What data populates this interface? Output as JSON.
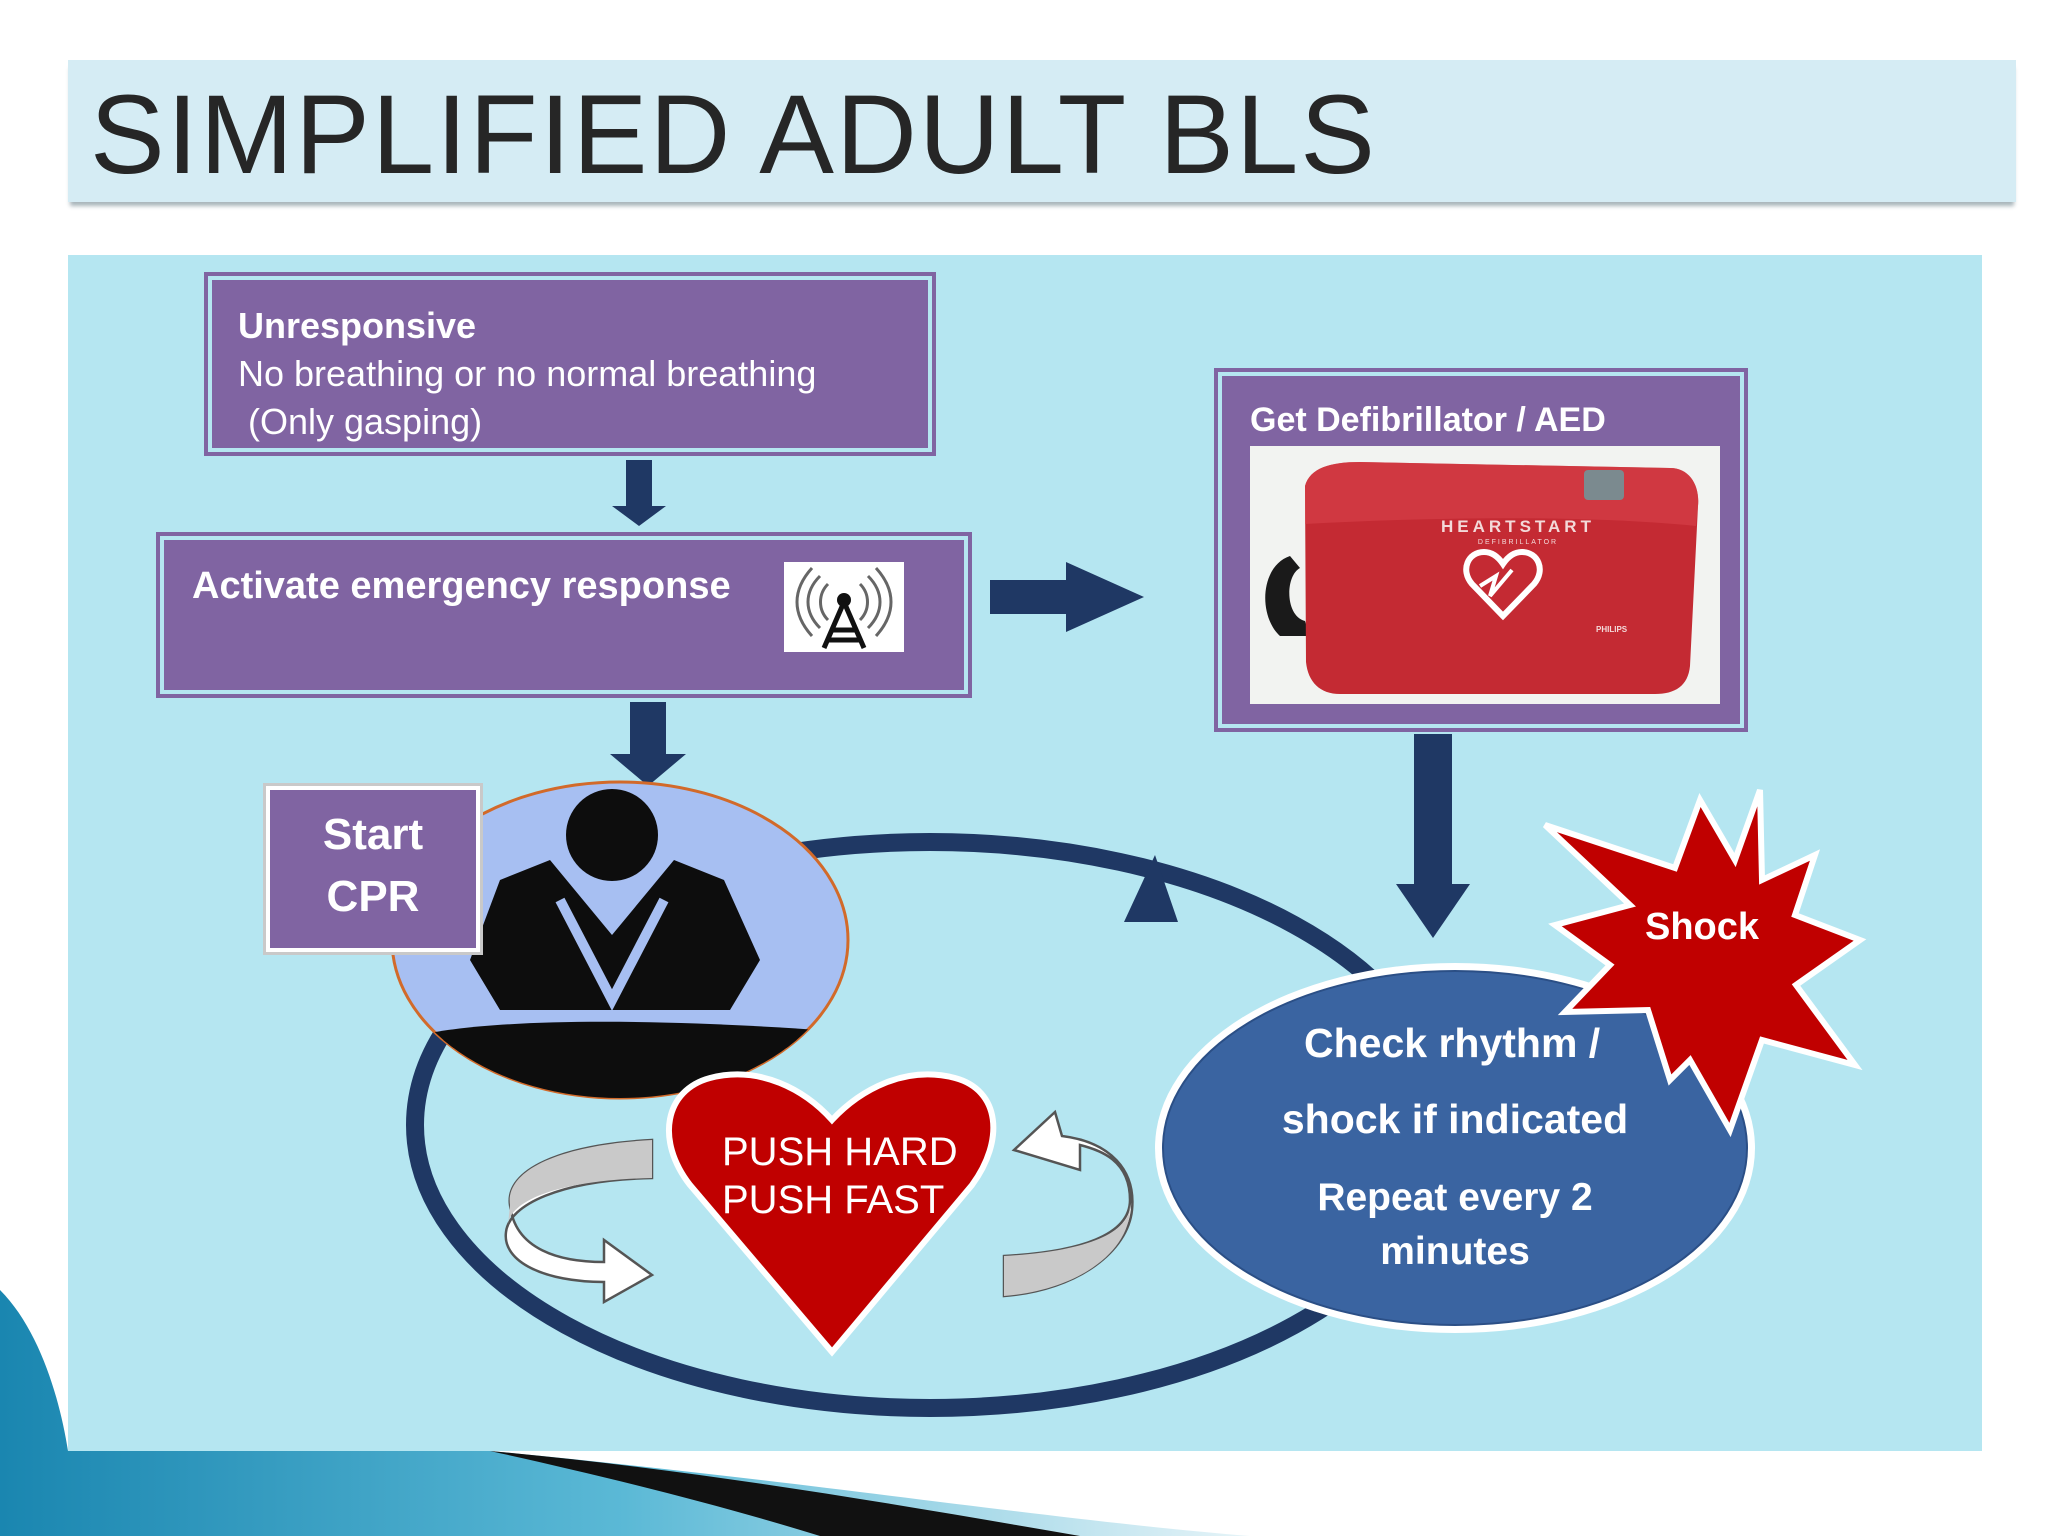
{
  "title": "SIMPLIFIED ADULT BLS",
  "boxes": {
    "unresponsive": {
      "heading": "Unresponsive",
      "line1": "No breathing or no normal breathing",
      "line2": " (Only gasping)"
    },
    "activate": {
      "label": "Activate emergency response"
    },
    "defib": {
      "label": "Get Defibrillator / AED"
    },
    "start_cpr": {
      "line1": "Start",
      "line2": "CPR"
    }
  },
  "aed": {
    "brand": "HEARTSTART",
    "sub": "DEFIBRILLATOR",
    "maker": "PHILIPS"
  },
  "heart": {
    "line1": "PUSH HARD",
    "line2": "PUSH FAST"
  },
  "check": {
    "line1": "Check rhythm /",
    "line2": "shock if indicated",
    "line3": "Repeat every 2",
    "line4": "minutes"
  },
  "shock": {
    "label": "Shock"
  },
  "colors": {
    "purple": "#8064a2",
    "panel": "#b5e6f1",
    "navy": "#1f3864",
    "oval_blue": "#3a64a1",
    "heart_red": "#c00000",
    "shock_red": "#c00000"
  },
  "icons": [
    "radio-tower-icon",
    "cpr-person-icon",
    "heart-shape",
    "cycle-arrow-icon",
    "aed-device-image"
  ]
}
